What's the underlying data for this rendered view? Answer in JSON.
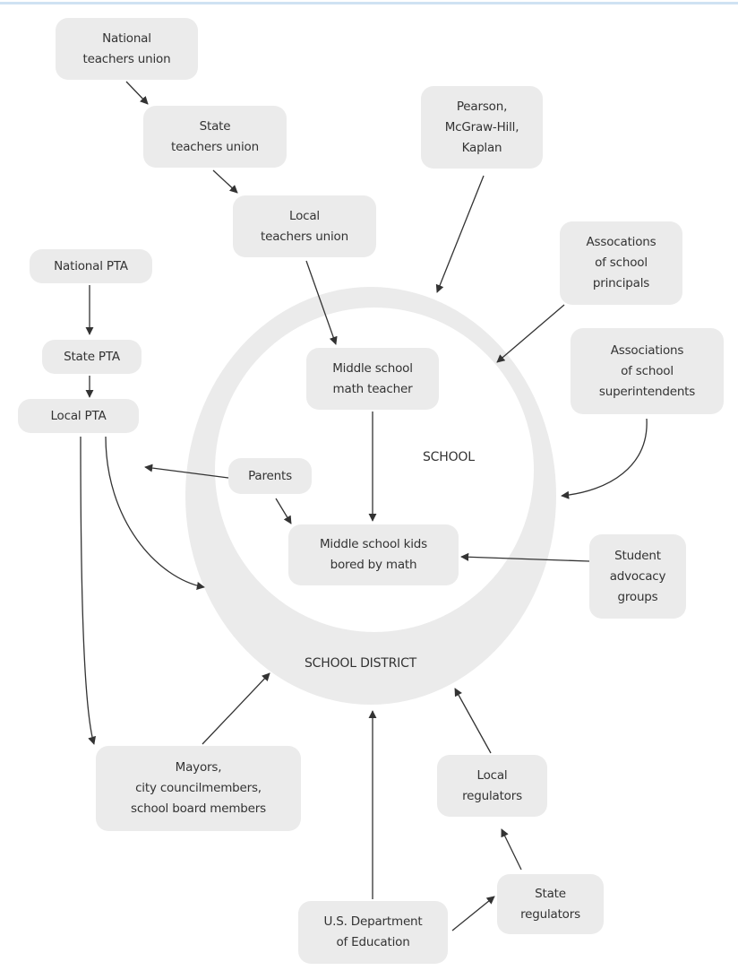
{
  "colors": {
    "node_fill": "#ebebeb",
    "ring_fill": "#ebebeb",
    "text": "#333333",
    "arrow": "#333333",
    "top_border": "#cfe2f3"
  },
  "regions": {
    "school": "SCHOOL",
    "school_district": "SCHOOL DISTRICT"
  },
  "nodes": {
    "national_teachers_union": "National\nteachers union",
    "state_teachers_union": "State\nteachers union",
    "local_teachers_union": "Local\nteachers union",
    "publishers": "Pearson,\nMcGraw-Hill,\nKaplan",
    "principals": "Assocations\nof school\nprincipals",
    "national_pta": "National PTA",
    "state_pta": "State PTA",
    "local_pta": "Local PTA",
    "math_teacher": "Middle school\nmath teacher",
    "superintendents": "Associations\nof school\nsuperintendents",
    "parents": "Parents",
    "kids": "Middle school kids\nbored by math",
    "student_advocacy": "Student\nadvocacy\ngroups",
    "mayors": "Mayors,\ncity councilmembers,\nschool board members",
    "local_regulators": "Local\nregulators",
    "state_regulators": "State\nregulators",
    "us_dept_education": "U.S. Department\nof Education"
  }
}
